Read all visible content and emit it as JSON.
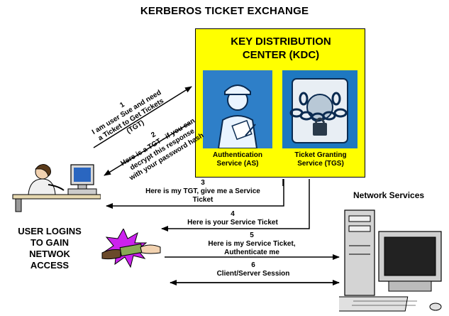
{
  "title": "KERBEROS TICKET EXCHANGE",
  "kdc": {
    "title_line1": "KEY DISTRIBUTION",
    "title_line2": "CENTER (KDC)",
    "as_line1": "Authentication",
    "as_line2": "Service (AS)",
    "tgs_line1": "Ticket Granting",
    "tgs_line2": "Service (TGS)"
  },
  "user": {
    "line1": "USER LOGINS",
    "line2": "TO GAIN",
    "line3": "NETWOK",
    "line4": "ACCESS"
  },
  "network_label": "Network Services",
  "steps": [
    {
      "num": "1",
      "line1": "I am user Sue and need",
      "line2": "a Ticket to Get Tickets",
      "line3": "(TGT)"
    },
    {
      "num": "2",
      "line1": "Here is a TGT - if you can",
      "line2": "decrypt this response",
      "line3": "with your password hash"
    },
    {
      "num": "3",
      "line1": "Here is my TGT, give me a Service",
      "line2": "Ticket"
    },
    {
      "num": "4",
      "line1": "Here is your Service Ticket"
    },
    {
      "num": "5",
      "line1": "Here is my Service Ticket,",
      "line2": "Authenticate me"
    },
    {
      "num": "6",
      "line1": "Client/Server Session"
    }
  ],
  "colors": {
    "kdc_fill": "#ffff00",
    "as_fill": "#2e7fc8",
    "tgs_fill": "#1e78c0",
    "starburst": "#cc22ee"
  }
}
